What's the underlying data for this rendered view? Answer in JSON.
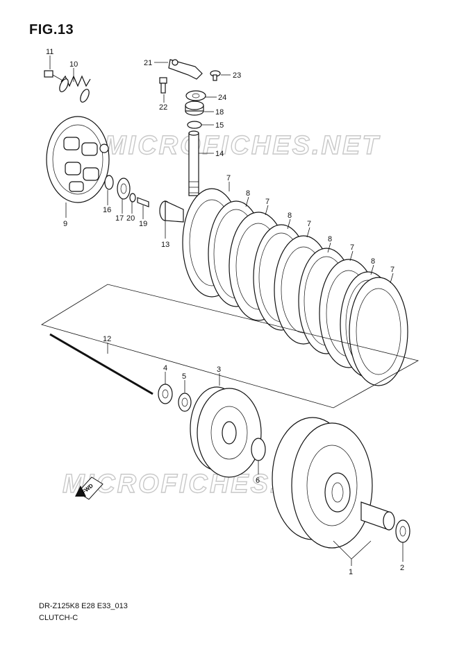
{
  "title": "FIG.13",
  "footer": {
    "code": "DR-Z125K8 E28 E33_013",
    "name": "CLUTCH-C"
  },
  "watermark": {
    "top": "MICROFICHES.NET",
    "bottom": "MICROFICHES.NET"
  },
  "fwd_label": "FWD",
  "callouts": {
    "c11": "11",
    "c10": "10",
    "c21": "21",
    "c23": "23",
    "c22": "22",
    "c24": "24",
    "c18": "18",
    "c15": "15",
    "c14": "14",
    "c9": "9",
    "c16": "16",
    "c17": "17",
    "c20": "20",
    "c19": "19",
    "c13": "13",
    "c7a": "7",
    "c8a": "8",
    "c7b": "7",
    "c8b": "8",
    "c7c": "7",
    "c8c": "8",
    "c7d": "7",
    "c8d": "8",
    "c7e": "7",
    "c12": "12",
    "c4": "4",
    "c5": "5",
    "c3": "3",
    "c6": "6",
    "c1": "1",
    "c2": "2"
  }
}
